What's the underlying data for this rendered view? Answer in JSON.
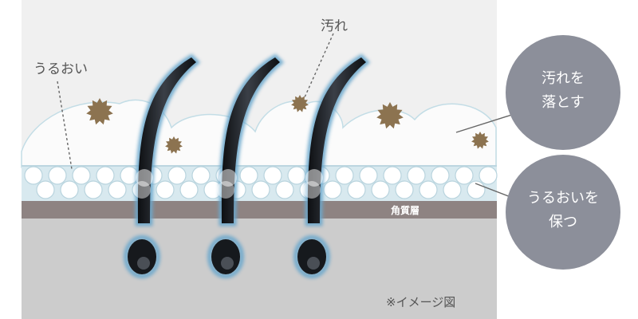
{
  "labels": {
    "moisture": "うるおい",
    "dirt": "汚れ",
    "stratum_corneum": "角質層",
    "note": "※イメージ図"
  },
  "callouts": {
    "remove_dirt": {
      "line1": "汚れを",
      "line2": "落とす"
    },
    "keep_moisture": {
      "line1": "うるおいを",
      "line2": "保つ"
    }
  },
  "colors": {
    "background": "#f0f0f0",
    "skin_gray": "#cccccc",
    "stratum_corneum": "#8e8382",
    "moisture_layer": "#d8e9ef",
    "foam": "#fbfbfb",
    "dirt": "#8c7350",
    "hair": "#16191d",
    "hair_glow": "#6aa7cc",
    "callout_circle": "#8c8f9a",
    "label_text": "#555555"
  }
}
